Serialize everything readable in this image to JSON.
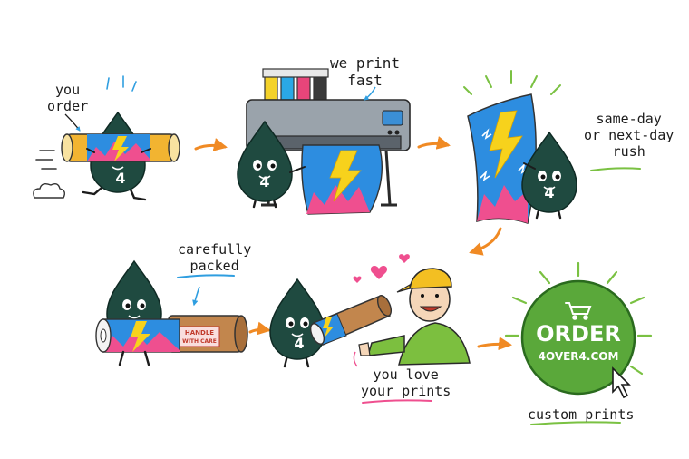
{
  "steps": [
    {
      "id": "order",
      "caption_lines": [
        "you",
        "order"
      ],
      "mascot_label": "4"
    },
    {
      "id": "print",
      "caption_lines": [
        "we print",
        "fast"
      ],
      "mascot_label": "4"
    },
    {
      "id": "rush",
      "caption_lines": [
        "same-day",
        "or next-day",
        "rush"
      ],
      "mascot_label": "4"
    },
    {
      "id": "pack",
      "caption_lines": [
        "carefully",
        "packed"
      ],
      "mascot_label": "",
      "tube_label_lines": [
        "HANDLE",
        "WITH CARE"
      ]
    },
    {
      "id": "deliver",
      "caption_lines": [],
      "mascot_label": "4"
    },
    {
      "id": "love",
      "caption_lines": [
        "you love",
        "your prints"
      ]
    }
  ],
  "cta": {
    "title": "ORDER",
    "site": "4OVER4.COM",
    "caption": "custom prints",
    "icons": [
      "cart-icon",
      "cursor-icon"
    ]
  },
  "colors": {
    "ink_drop": "#1f4a40",
    "arrow": "#f08a24",
    "cta_green": "#5aa83a",
    "ray_green": "#7ac142",
    "caption_underline_blue": "#2f9ee0",
    "caption_underline_pink": "#e8457a",
    "poster_blue": "#2d8de0",
    "poster_pink": "#ef4f8f",
    "poster_yellow": "#f7d21c",
    "tube_kraft": "#c2864d",
    "shirt_green": "#7cbf3f",
    "cap_yellow": "#f3bf22"
  }
}
